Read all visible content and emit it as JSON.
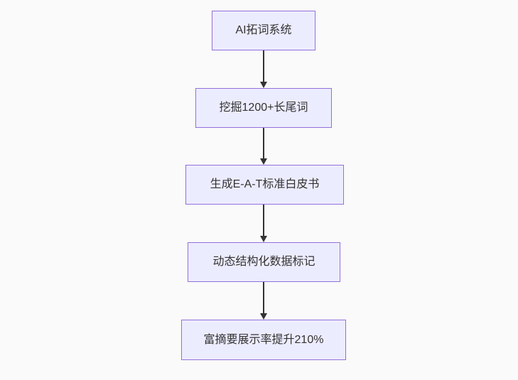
{
  "diagram": {
    "type": "flowchart",
    "direction": "top-down",
    "nodes": [
      {
        "id": "1",
        "label": "AI拓词系统"
      },
      {
        "id": "2",
        "label": "挖掘1200+长尾词"
      },
      {
        "id": "3",
        "label": "生成E-A-T标准白皮书"
      },
      {
        "id": "4",
        "label": "动态结构化数据标记"
      },
      {
        "id": "5",
        "label": "富摘要展示率提升210%"
      }
    ],
    "edges": [
      {
        "from": "1",
        "to": "2"
      },
      {
        "from": "2",
        "to": "3"
      },
      {
        "from": "3",
        "to": "4"
      },
      {
        "from": "4",
        "to": "5"
      }
    ],
    "colors": {
      "background": "#fafafa",
      "node_fill": "#ececff",
      "node_border": "#9370db",
      "text": "#333333",
      "arrow": "#333333"
    }
  }
}
